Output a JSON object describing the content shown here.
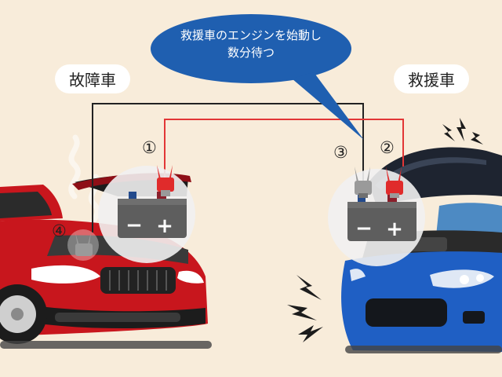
{
  "labels": {
    "broken_car": "故障車",
    "rescue_car": "救援車"
  },
  "bubble": {
    "line1": "救援車のエンジンを始動し",
    "line2": "数分待つ"
  },
  "steps": {
    "s1": "①",
    "s2": "②",
    "s3": "③",
    "s4": "④"
  },
  "battery": {
    "minus": "−",
    "plus": "+"
  },
  "colors": {
    "background": "#f8ecda",
    "broken_car_body": "#c8161d",
    "rescue_car_body": "#1f5fc4",
    "bubble": "#1f5fb0",
    "red_cable": "#e23636",
    "black_cable": "#222222",
    "battery_body": "#5e5e5e",
    "clamp_red": "#e02b2b",
    "clamp_gray": "#9a9a9a"
  },
  "icons": [
    "spark-icon",
    "battery-icon",
    "clamp-icon",
    "smoke-icon"
  ]
}
